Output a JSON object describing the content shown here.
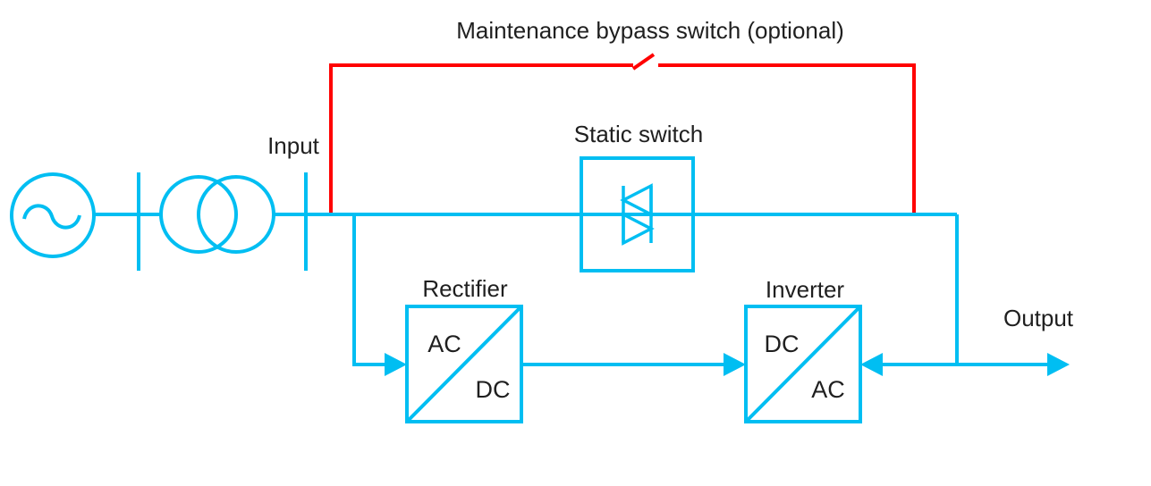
{
  "diagram": {
    "type": "ups-single-line-diagram",
    "labels": {
      "bypass": "Maintenance bypass switch (optional)",
      "input": "Input",
      "static_switch": "Static switch",
      "rectifier": "Rectifier",
      "inverter": "Inverter",
      "output": "Output",
      "rectifier_in": "AC",
      "rectifier_out": "DC",
      "inverter_in": "DC",
      "inverter_out": "AC"
    },
    "components": {
      "source": "ac-source",
      "transformer": "two-winding-transformer",
      "bypass_switch": "open-switch",
      "static_switch": "triac",
      "rectifier": "ac-dc-converter",
      "inverter": "dc-ac-converter"
    },
    "colors": {
      "line": "#00BEF2",
      "bypass": "#FF0000",
      "text": "#1F1F1F",
      "background": "#FFFFFF"
    }
  }
}
